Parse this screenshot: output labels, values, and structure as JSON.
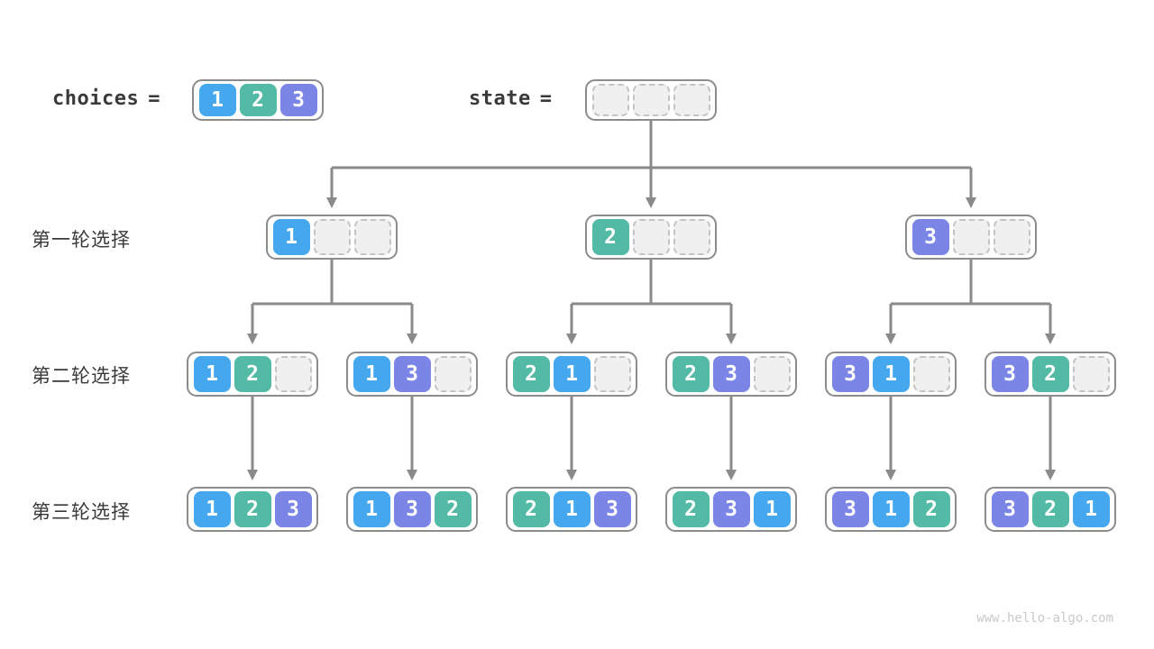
{
  "header": {
    "choices_label": "choices",
    "choices_eq": "=",
    "state_label": "state",
    "state_eq": "=",
    "choices_box": [
      "1",
      "2",
      "3"
    ],
    "state_box": [
      "",
      "",
      ""
    ]
  },
  "rows": [
    {
      "label": "第一轮选择",
      "boxes": [
        [
          "1",
          "",
          ""
        ],
        [
          "2",
          "",
          ""
        ],
        [
          "3",
          "",
          ""
        ]
      ]
    },
    {
      "label": "第二轮选择",
      "boxes": [
        [
          "1",
          "2",
          ""
        ],
        [
          "1",
          "3",
          ""
        ],
        [
          "2",
          "1",
          ""
        ],
        [
          "2",
          "3",
          ""
        ],
        [
          "3",
          "1",
          ""
        ],
        [
          "3",
          "2",
          ""
        ]
      ]
    },
    {
      "label": "第三轮选择",
      "boxes": [
        [
          "1",
          "2",
          "3"
        ],
        [
          "1",
          "3",
          "2"
        ],
        [
          "2",
          "1",
          "3"
        ],
        [
          "2",
          "3",
          "1"
        ],
        [
          "3",
          "1",
          "2"
        ],
        [
          "3",
          "2",
          "1"
        ]
      ]
    }
  ],
  "colors": {
    "value1": "#45A8EE",
    "value2": "#53BAA5",
    "value3": "#7A85E5",
    "arrow": "#8A8A8A",
    "border": "#8C8C8C",
    "empty_fill": "#F0F0F1",
    "empty_border": "#C4C4C4",
    "text": "#3A3A3A",
    "watermark": "#C9C9C9"
  },
  "watermark": "www.hello-algo.com"
}
